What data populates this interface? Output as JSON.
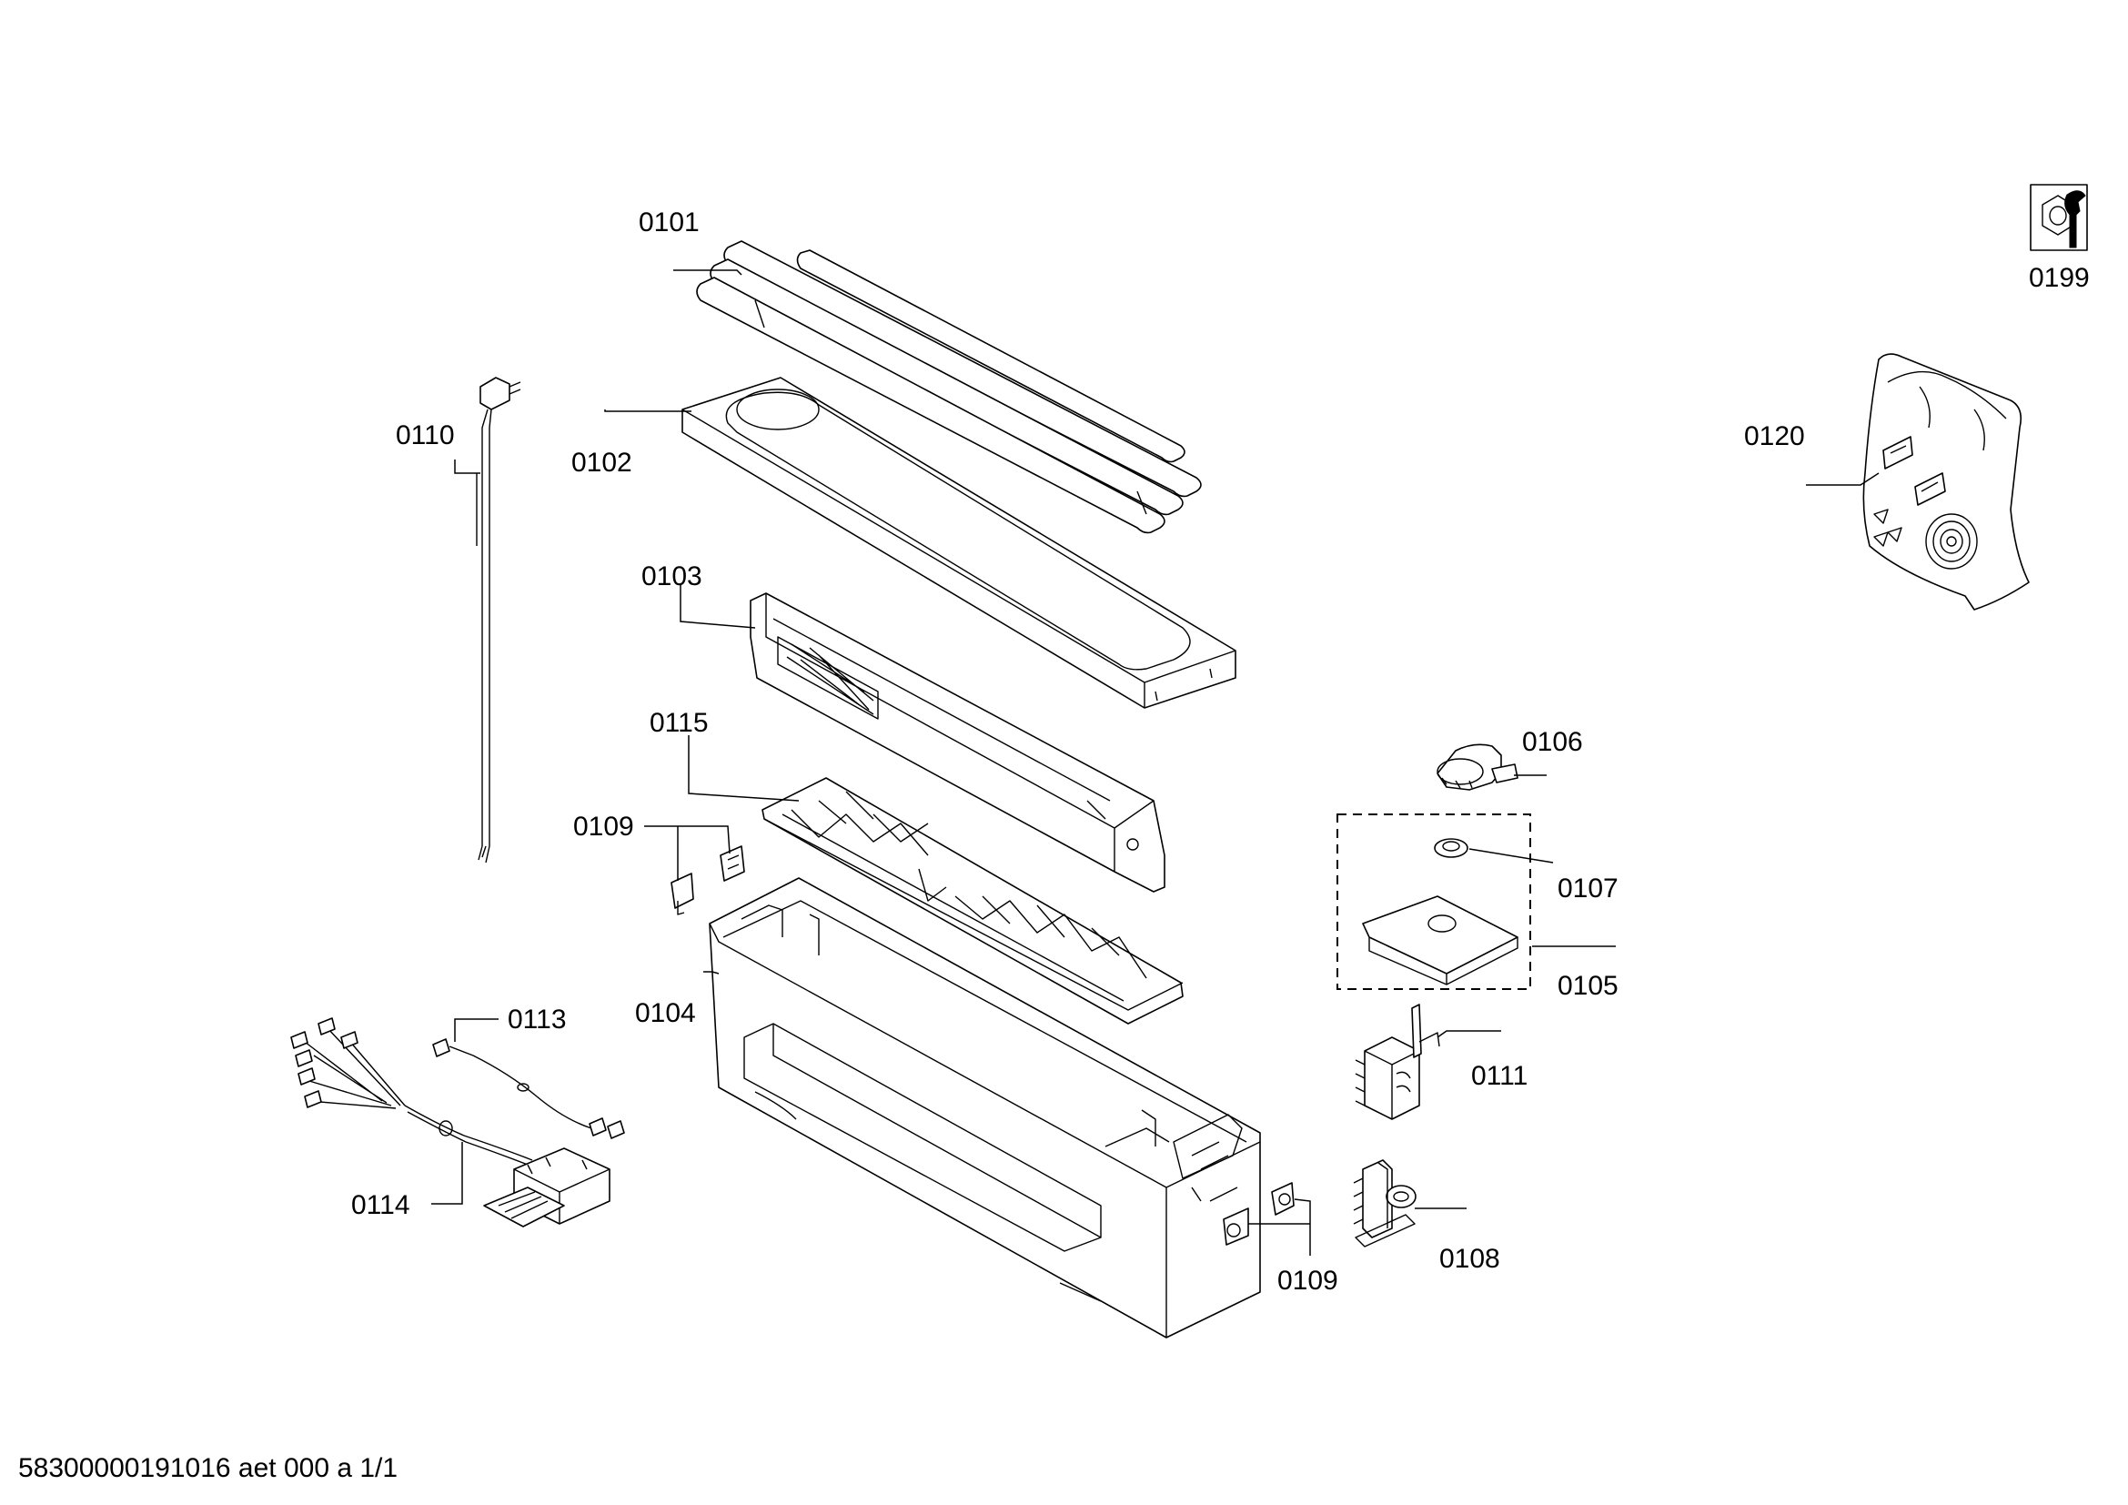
{
  "labels": {
    "l0101": "0101",
    "l0102": "0102",
    "l0103": "0103",
    "l0104": "0104",
    "l0105": "0105",
    "l0106": "0106",
    "l0107": "0107",
    "l0108": "0108",
    "l0109a": "0109",
    "l0109b": "0109",
    "l0110": "0110",
    "l0111": "0111",
    "l0113": "0113",
    "l0114": "0114",
    "l0115": "0115",
    "l0120": "0120",
    "l0199": "0199"
  },
  "icons": {
    "service_kit": "service-kit-icon"
  },
  "footer": {
    "document_code": "58300000191016 aet 000 a 1/1"
  }
}
